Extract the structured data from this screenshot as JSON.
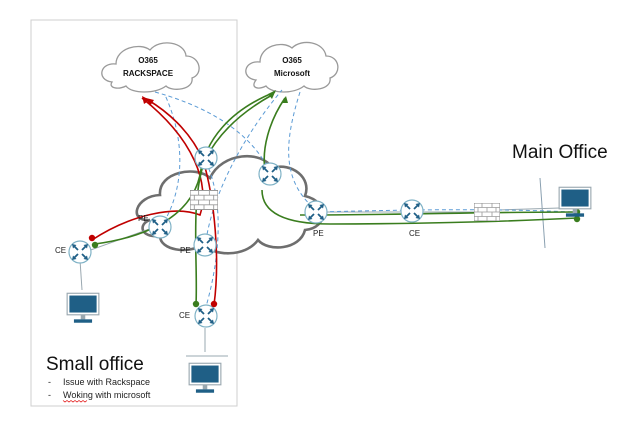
{
  "clouds": {
    "rackspace": {
      "line1": "O365",
      "line2": "RACKSPACE"
    },
    "microsoft": {
      "line1": "O365",
      "line2": "Microsoft"
    }
  },
  "labels": {
    "main_office": "Main Office",
    "small_office": "Small office",
    "pe_left": "PE",
    "pe_bottom": "PE",
    "pe_right": "PE",
    "ce_left": "CE",
    "ce_bottom": "CE",
    "ce_right": "CE"
  },
  "notes": [
    {
      "bullet": "-",
      "text": "Issue with Rackspace"
    },
    {
      "bullet": "-",
      "text": "Woking with microsoft"
    }
  ],
  "colors": {
    "red_path": "#c00000",
    "green_path": "#3a7d1e",
    "dashed_path": "#5b9bd5",
    "wan_cloud": "#707070",
    "router_icon": "#1f5f86",
    "monitor": "#1f5f86"
  }
}
